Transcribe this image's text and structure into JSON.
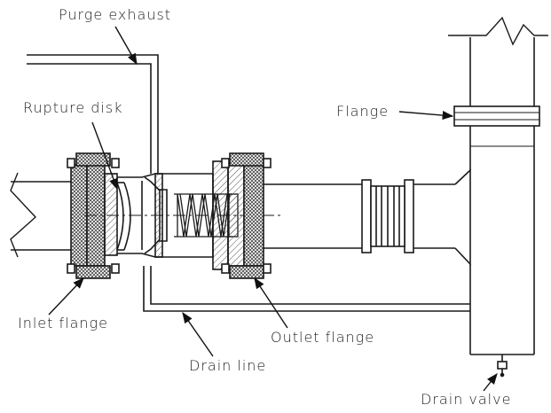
{
  "labels": {
    "purge_exhaust": "Purge exhaust",
    "rupture_disk": "Rupture disk",
    "flange": "Flange",
    "inlet_flange": "Inlet flange",
    "outlet_flange": "Outlet flange",
    "drain_line": "Drain line",
    "drain_valve": "Drain valve"
  },
  "colors": {
    "line": "#1a1a1a",
    "hatch": "#555555"
  }
}
